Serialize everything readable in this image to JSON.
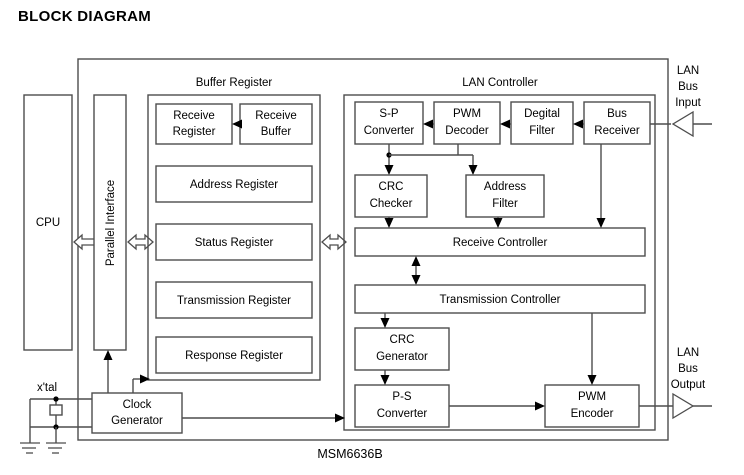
{
  "page": {
    "title": "BLOCK DIAGRAM",
    "part_number": "MSM6636B"
  },
  "colors": {
    "stroke": "#4d4d4d",
    "text": "#000000",
    "background": "#ffffff"
  },
  "external": {
    "cpu": "CPU",
    "xtal": "x'tal",
    "lan_bus_input": "LAN\nBus\nInput",
    "lan_bus_input_lines": [
      "LAN",
      "Bus",
      "Input"
    ],
    "lan_bus_output_lines": [
      "LAN",
      "Bus",
      "Output"
    ]
  },
  "chip": {
    "parallel_interface": "Parallel Interface",
    "clock_generator_lines": [
      "Clock",
      "Generator"
    ],
    "buffer_register": {
      "group_label": "Buffer Register",
      "blocks": [
        {
          "id": "receive-register",
          "lines": [
            "Receive",
            "Register"
          ]
        },
        {
          "id": "receive-buffer",
          "lines": [
            "Receive",
            "Buffer"
          ]
        },
        {
          "id": "address-register",
          "lines": [
            "Address Register"
          ]
        },
        {
          "id": "status-register",
          "lines": [
            "Status Register"
          ]
        },
        {
          "id": "transmission-register",
          "lines": [
            "Transmission Register"
          ]
        },
        {
          "id": "response-register",
          "lines": [
            "Response Register"
          ]
        }
      ]
    },
    "lan_controller": {
      "group_label": "LAN Controller",
      "blocks": [
        {
          "id": "sp-converter",
          "lines": [
            "S-P",
            "Converter"
          ]
        },
        {
          "id": "pwm-decoder",
          "lines": [
            "PWM",
            "Decoder"
          ]
        },
        {
          "id": "degital-filter",
          "lines": [
            "Degital",
            "Filter"
          ]
        },
        {
          "id": "bus-receiver",
          "lines": [
            "Bus",
            "Receiver"
          ]
        },
        {
          "id": "crc-checker",
          "lines": [
            "CRC",
            "Checker"
          ]
        },
        {
          "id": "address-filter",
          "lines": [
            "Address",
            "Filter"
          ]
        },
        {
          "id": "receive-controller",
          "lines": [
            "Receive Controller"
          ]
        },
        {
          "id": "transmission-controller",
          "lines": [
            "Transmission  Controller"
          ]
        },
        {
          "id": "crc-generator",
          "lines": [
            "CRC",
            "Generator"
          ]
        },
        {
          "id": "ps-converter",
          "lines": [
            "P-S",
            "Converter"
          ]
        },
        {
          "id": "pwm-encoder",
          "lines": [
            "PWM",
            "Encoder"
          ]
        }
      ]
    }
  }
}
